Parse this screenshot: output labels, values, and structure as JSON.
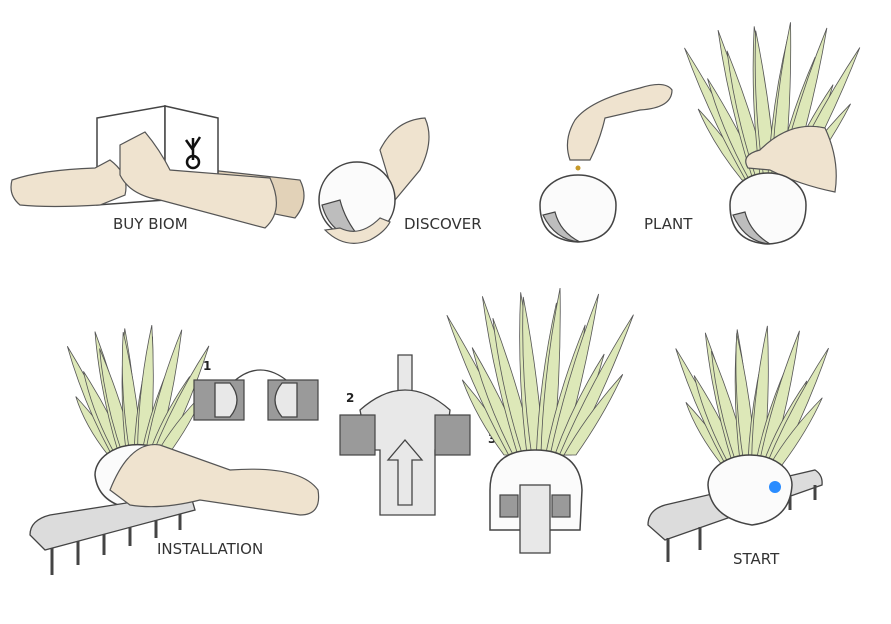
{
  "steps": [
    {
      "label": "BUY BIOM"
    },
    {
      "label": "DISCOVER"
    },
    {
      "label": "PLANT"
    },
    {
      "label": "INSTALLATION"
    },
    {
      "label": "START"
    }
  ],
  "installation_steps": [
    "1",
    "2",
    "3"
  ],
  "colors": {
    "leaf": "#dde8b8",
    "skin": "#efe3cf",
    "indicator": "#2a8cff"
  }
}
